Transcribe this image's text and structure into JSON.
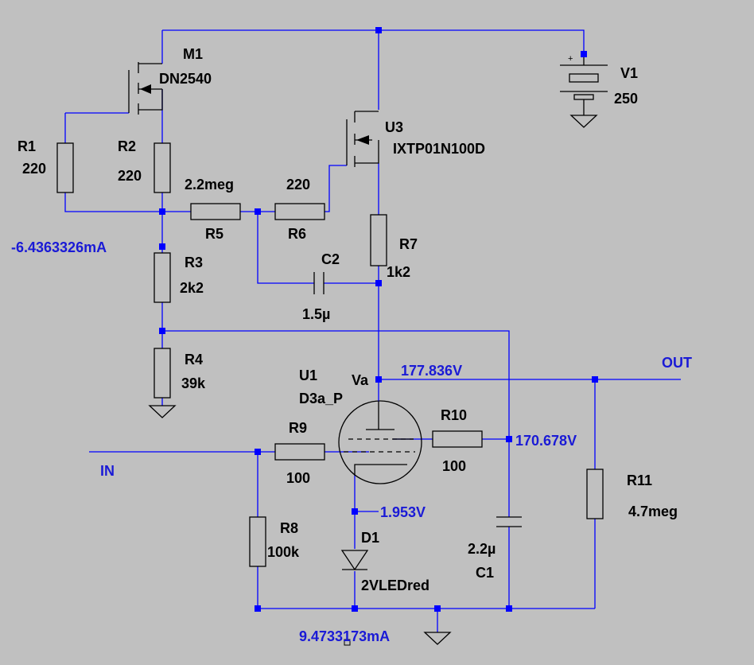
{
  "components": {
    "M1": {
      "ref": "M1",
      "value": "DN2540"
    },
    "U3": {
      "ref": "U3",
      "value": "IXTP01N100D"
    },
    "V1": {
      "ref": "V1",
      "value": "250",
      "plus": "+"
    },
    "R1": {
      "ref": "R1",
      "value": "220"
    },
    "R2": {
      "ref": "R2",
      "value": "220"
    },
    "R5": {
      "ref": "R5",
      "value": "2.2meg"
    },
    "R6": {
      "ref": "R6",
      "value": "220"
    },
    "R7": {
      "ref": "R7",
      "value": "1k2"
    },
    "C2": {
      "ref": "C2",
      "value": "1.5µ"
    },
    "R3": {
      "ref": "R3",
      "value": "2k2"
    },
    "R4": {
      "ref": "R4",
      "value": "39k"
    },
    "U1": {
      "ref": "U1",
      "value": "D3a_P"
    },
    "R9": {
      "ref": "R9",
      "value": "100"
    },
    "R10": {
      "ref": "R10",
      "value": "100"
    },
    "R8": {
      "ref": "R8",
      "value": "100k"
    },
    "D1": {
      "ref": "D1",
      "value": "2VLEDred"
    },
    "C1": {
      "ref": "C1",
      "value": "2.2µ"
    },
    "R11": {
      "ref": "R11",
      "value": "4.7meg"
    }
  },
  "nets": {
    "va": "Va",
    "out": "OUT",
    "in": "IN"
  },
  "measurements": {
    "current_r3": "-6.4363326mA",
    "voltage_va": "177.836V",
    "voltage_screen": "170.678V",
    "voltage_cathode": "1.953V",
    "current_ground": "9.4733173mA"
  }
}
